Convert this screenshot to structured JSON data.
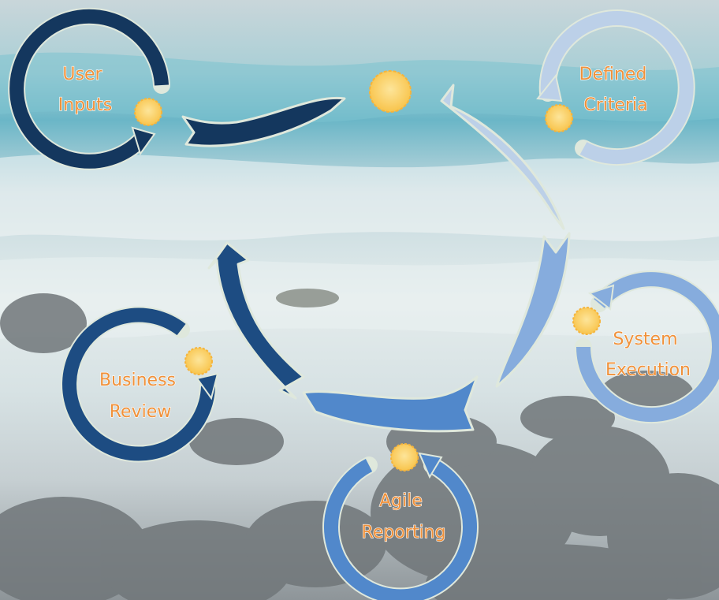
{
  "stages": [
    {
      "id": "user-inputs",
      "lines": [
        "User",
        "Inputs"
      ],
      "color": "#14375e"
    },
    {
      "id": "defined-criteria",
      "lines": [
        "Defined",
        "Criteria"
      ],
      "color": "#bcd0e8"
    },
    {
      "id": "system-execution",
      "lines": [
        "System",
        "Execution"
      ],
      "color": "#86acdd"
    },
    {
      "id": "agile-reporting",
      "lines": [
        "Agile",
        "Reporting"
      ],
      "color": "#5188cb"
    },
    {
      "id": "business-review",
      "lines": [
        "Business",
        "Review"
      ],
      "color": "#1d4c82"
    }
  ],
  "colors": {
    "label_text": "#f0913a",
    "sun_fill": "#fccd5e",
    "sun_stroke": "#f5b43c",
    "arc_outline": "#dfe8dc",
    "background_sky": "#cfdde2",
    "sea_band": "#63b5c7",
    "rocks": "#6c7276"
  }
}
